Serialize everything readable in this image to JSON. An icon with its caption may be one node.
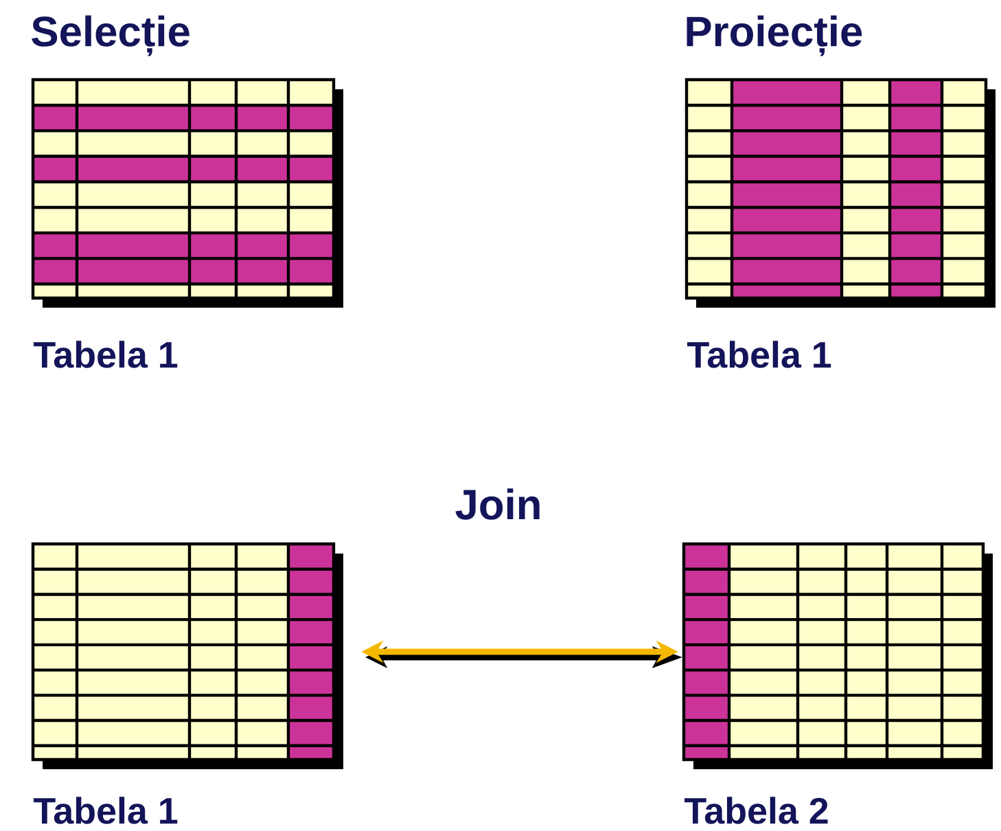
{
  "diagram": {
    "nodes": [
      {
        "text": [
          "Tabela 1"
        ]
      },
      {
        "text": [
          "Tabela 1"
        ]
      },
      {
        "text": [
          "Tabela 1"
        ]
      },
      {
        "text": [
          "Tabela 2"
        ]
      }
    ],
    "edges": [
      {
        "from": 2,
        "to": 3,
        "arrow": "both",
        "color": "#f5b800"
      }
    ],
    "labels": [
      "Selecție",
      "Proiecție",
      "Join"
    ]
  }
}
